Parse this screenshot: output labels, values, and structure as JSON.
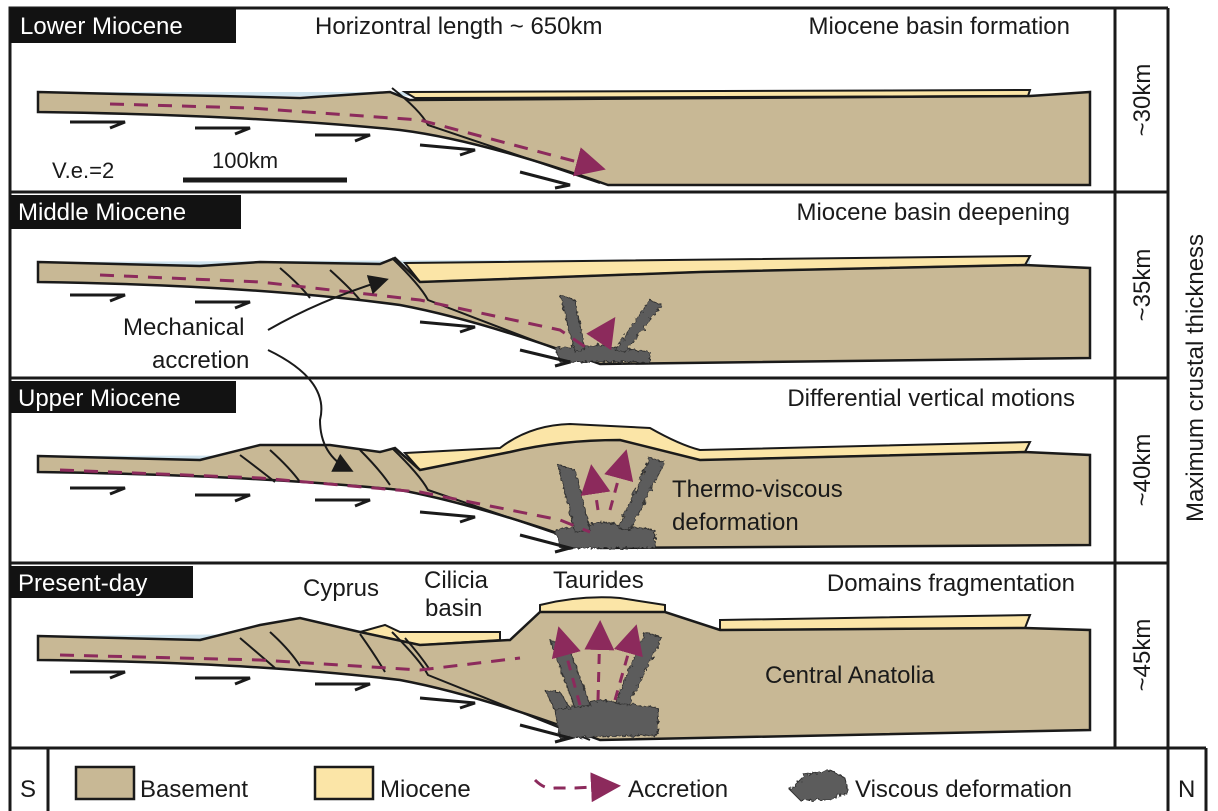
{
  "scale": {
    "horizontal_length": "Horizontral length ~ 650km",
    "vertical_exaggeration": "V.e.=2",
    "scale_bar_label": "100km"
  },
  "side_axis_label": "Maximum crustal thickness",
  "stages": [
    {
      "name": "Lower Miocene",
      "event": "Miocene basin formation",
      "thickness": "~30km"
    },
    {
      "name": "Middle Miocene",
      "event": "Miocene basin deepening",
      "thickness": "~35km"
    },
    {
      "name": "Upper Miocene",
      "event": "Differential vertical motions",
      "thickness": "~40km"
    },
    {
      "name": "Present-day",
      "event": "Domains fragmentation",
      "thickness": "~45km"
    }
  ],
  "annotations": {
    "mechanical_accretion_1": "Mechanical",
    "mechanical_accretion_2": "accretion",
    "thermo_viscous_1": "Thermo-viscous",
    "thermo_viscous_2": "deformation",
    "cyprus": "Cyprus",
    "cilicia_1": "Cilicia",
    "cilicia_2": "basin",
    "taurides": "Taurides",
    "central_anatolia": "Central Anatolia"
  },
  "legend": {
    "south": "S",
    "north": "N",
    "items": [
      {
        "label": "Basement"
      },
      {
        "label": "Miocene"
      },
      {
        "label": "Accretion"
      },
      {
        "label": "Viscous deformation"
      }
    ]
  },
  "colors": {
    "basement": "#c8b895",
    "miocene": "#fbe5a7",
    "water": "#cfe3ee",
    "accretion": "#8c2a5c",
    "viscous": "#5c5c5c",
    "tag": "#121212"
  }
}
